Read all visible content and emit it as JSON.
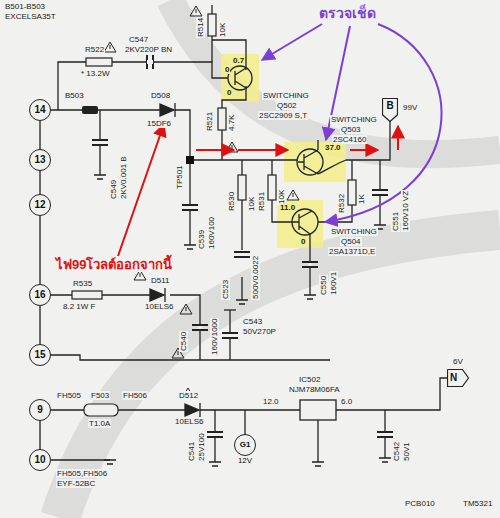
{
  "diagram": {
    "nodes": [
      {
        "text": [
          "14"
        ]
      },
      {
        "text": [
          "13"
        ]
      },
      {
        "text": [
          "12"
        ]
      },
      {
        "text": [
          "16"
        ]
      },
      {
        "text": [
          "15"
        ]
      },
      {
        "text": [
          "9"
        ]
      },
      {
        "text": [
          "10"
        ]
      },
      {
        "text": [
          "B"
        ]
      },
      {
        "text": [
          "N"
        ]
      },
      {
        "text": [
          "G1",
          "12V"
        ]
      }
    ],
    "labels": [
      "B501-B503",
      "EXCELSA35T",
      "R514",
      "10K",
      "C547",
      "2KV220P BN",
      "R522",
      "* 13.2W",
      "B503",
      "D508",
      "15DF6",
      "C549",
      "2KV0.001 B",
      "R521",
      "4.7K",
      "TP501",
      "C539",
      "160V100",
      "SWITCHING",
      "Q502",
      "2SC2909 S,T",
      "0.7",
      "0",
      "0",
      "SWITCHING",
      "Q503",
      "2SC4160",
      "37.0",
      "R530",
      "10K",
      "R531",
      "10K",
      "R532",
      "1K",
      "C551",
      "160V10 VZ",
      "11.0",
      "0",
      "SWITCHING",
      "Q504",
      "2SA1371D,E",
      "99V",
      "C523",
      "500V0.0022",
      "C550",
      "160V1",
      "C543",
      "50V270P",
      "R535",
      "8.2 1W F",
      "D511",
      "10ELS6",
      "C540",
      "160V1000",
      "FH505",
      "F503",
      "FH506",
      "T1.0A",
      "FH505,FH506",
      "EYF-52BC",
      "D512",
      "10ELS6",
      "IC502",
      "NJM78M06FA",
      "12.0",
      "6.0",
      "6V",
      "C541",
      "25V100",
      "C542",
      "50V1",
      "PCB010",
      "TM5321",
      "ตรวจเช็ด",
      "ไฟ99โวลต์ออกจากนี้"
    ]
  }
}
